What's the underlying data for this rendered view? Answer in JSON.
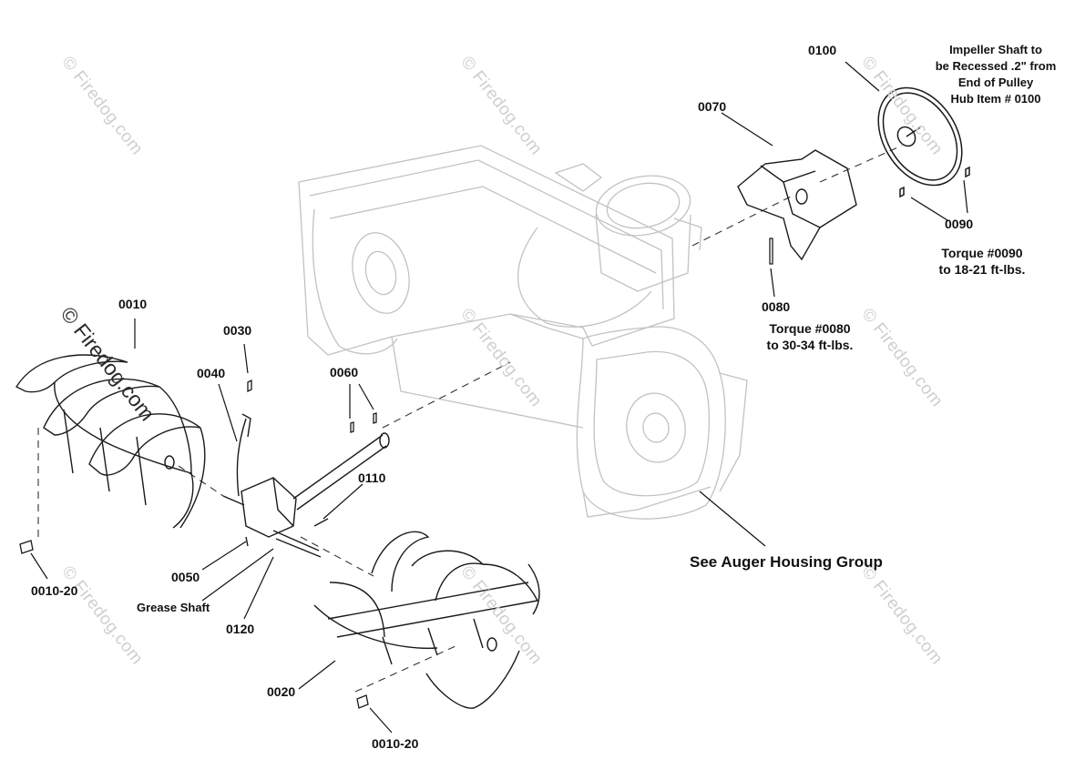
{
  "watermark": {
    "text": "© Firedog.com"
  },
  "labels": {
    "p0010": "0010",
    "p0030": "0030",
    "p0040": "0040",
    "p0060": "0060",
    "p0110": "0110",
    "p0050": "0050",
    "grease_shaft": "Grease Shaft",
    "p0120": "0120",
    "p0010_20_left": "0010-20",
    "p0020": "0020",
    "p0010_20_bottom": "0010-20",
    "p0070": "0070",
    "p0080": "0080",
    "p0100": "0100",
    "p0090": "0090",
    "see_auger": "See Auger Housing Group"
  },
  "notes": {
    "impeller": [
      "Impeller Shaft to",
      "be Recessed .2\" from",
      "End of Pulley",
      "Hub Item # 0100"
    ],
    "torque_0090": [
      "Torque #0090",
      "to 18-21 ft-lbs."
    ],
    "torque_0080": [
      "Torque #0080",
      "to 30-34 ft-lbs."
    ]
  }
}
